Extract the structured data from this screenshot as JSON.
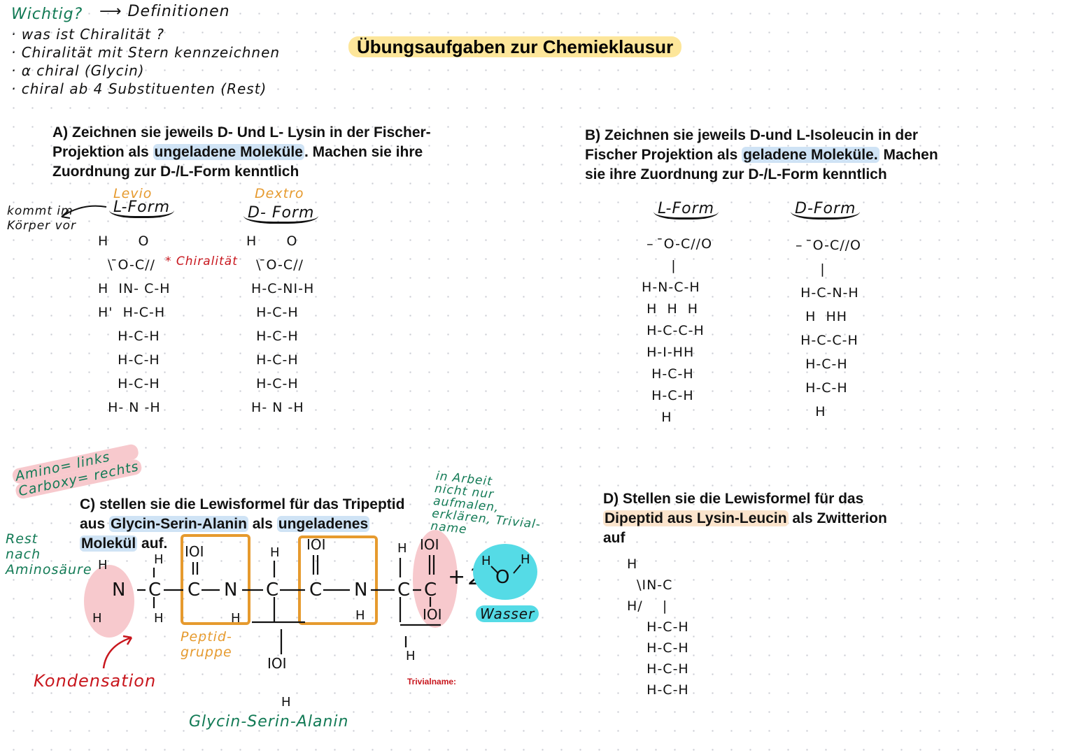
{
  "title": "Übungsaufgaben zur Chemieklausur",
  "notes": {
    "header": "Wichtig?",
    "arrow_label": "Definitionen",
    "items": [
      "· was ist Chiralität ?",
      "· Chiralität mit Stern kennzeichnen",
      "· α chiral (Glycin)",
      "· chiral ab 4 Substituenten (Rest)"
    ]
  },
  "task_a": {
    "line1": "A) Zeichnen sie jeweils D- Und L- Lysin in der Fischer-",
    "line2_pre": "Projektion als ",
    "line2_hl": "ungeladene Moleküle",
    "line2_post": ". Machen sie ihre",
    "line3": "Zuordnung zur D-/L-Form kenntlich",
    "side_note": "kommt im Körper vor",
    "l_sub": "Levio",
    "l_label": "L-Form",
    "d_sub": "Dextro",
    "d_label": "D- Form",
    "chirality_label": "* Chiralität",
    "l_structure": "H      O\n  \\ ̄O-C//\nH  IN- C-H\nH'  H-C-H\n    H-C-H\n    H-C-H\n    H-C-H\n  H- N -H",
    "d_structure": "H      O\n  \\ ̄O-C//\n H-C-NI-H\n  H-C-H\n  H-C-H\n  H-C-H\n  H-C-H\n H- N -H"
  },
  "task_b": {
    "line1": "B) Zeichnen sie jeweils D-und L-Isoleucin in der",
    "line2_pre": "Fischer Projektion als ",
    "line2_hl": "geladene Moleküle.",
    "line2_post": " Machen",
    "line3": "sie ihre Zuordnung zur D-/L-Form kenntlich",
    "l_label": "L-Form",
    "d_label": "D-Form",
    "l_structure": "  –  ̄O-C//O\n       |\n H-N-C-H\n  H  H  H\n  H-C-C-H\n  H-I-HH\n   H-C-H\n   H-C-H\n     H",
    "d_structure": " –  ̄O-C//O\n      |\n  H-C-N-H\n   H  HH\n  H-C-C-H\n   H-C-H\n   H-C-H\n     H"
  },
  "task_c": {
    "line1": "C) stellen sie die Lewisformel für das Tripeptid",
    "line2_pre": "aus ",
    "line2_hl1": "Glycin-Serin-Alanin",
    "line2_mid": " als ",
    "line2_hl2": "ungeladenes",
    "line3_hl": "Molekül",
    "line3_post": " auf.",
    "side_notes": [
      "Amino= links",
      "Carboxy= rechts",
      "Rest",
      "nach",
      "Aminosäure"
    ],
    "right_notes": [
      "in Arbeit",
      "nicht nur",
      "aufmalen,",
      "erklären, Trivial-",
      "name"
    ],
    "peptide_label": "Peptid-\ngruppe",
    "water_label": "Wasser",
    "condensation_label": "Kondensation",
    "trivial_label": "Trivialname:",
    "bottom_label": "Glycin-Serin-Alanin",
    "plus": "+",
    "coeff": "2",
    "atoms": {
      "n": "N",
      "c": "C",
      "h": "H",
      "o": "O",
      "lone_o": "IOI",
      "oh": "IOI"
    }
  },
  "task_d": {
    "line1": "D) Stellen sie die Lewisformel für das",
    "line2_hl": "Dipeptid aus Lysin-Leucin",
    "line2_post": " als Zwitterion",
    "line3": "auf",
    "structure": "H\n  \\IN-C\nH/    |\n    H-C-H\n    H-C-H\n    H-C-H\n    H-C-H"
  },
  "colors": {
    "handwriting_green": "#127a55",
    "ink": "#111111",
    "orange": "#e69a2e",
    "red": "#c8161d",
    "highlight_yellow": "#fde69a",
    "highlight_blue": "#cfe3f5",
    "highlight_pink": "#f7c9cd",
    "highlight_cyan": "#55dbe6"
  }
}
